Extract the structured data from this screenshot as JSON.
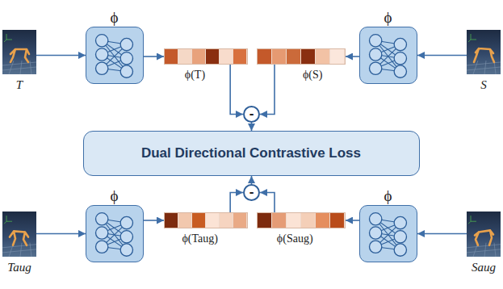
{
  "diagram": {
    "nodes": [
      {
        "text": [
          "T"
        ]
      },
      {
        "text": [
          "ϕ"
        ]
      },
      {
        "text": [
          "ϕ(T)"
        ]
      },
      {
        "text": [
          "ϕ(S)"
        ]
      },
      {
        "text": [
          "ϕ"
        ]
      },
      {
        "text": [
          "S"
        ]
      },
      {
        "text": [
          "-"
        ]
      },
      {
        "text": [
          "Dual Directional Contrastive Loss"
        ]
      },
      {
        "text": [
          "-"
        ]
      },
      {
        "text": [
          "Taug"
        ]
      },
      {
        "text": [
          "ϕ"
        ]
      },
      {
        "text": [
          "ϕ(Taug)"
        ]
      },
      {
        "text": [
          "ϕ(Saug)"
        ]
      },
      {
        "text": [
          "ϕ"
        ]
      },
      {
        "text": [
          "Saug"
        ]
      }
    ],
    "edges": [
      {
        "from": 0,
        "to": 1,
        "arrow": "to"
      },
      {
        "from": 1,
        "to": 2,
        "arrow": "to"
      },
      {
        "from": 5,
        "to": 4,
        "arrow": "to"
      },
      {
        "from": 4,
        "to": 3,
        "arrow": "to"
      },
      {
        "from": 2,
        "to": 6,
        "arrow": "to"
      },
      {
        "from": 3,
        "to": 6,
        "arrow": "to"
      },
      {
        "from": 6,
        "to": 7,
        "arrow": "to"
      },
      {
        "from": 9,
        "to": 10,
        "arrow": "to"
      },
      {
        "from": 10,
        "to": 11,
        "arrow": "to"
      },
      {
        "from": 14,
        "to": 13,
        "arrow": "to"
      },
      {
        "from": 13,
        "to": 12,
        "arrow": "to"
      },
      {
        "from": 11,
        "to": 8,
        "arrow": "to"
      },
      {
        "from": 12,
        "to": 8,
        "arrow": "to"
      },
      {
        "from": 8,
        "to": 7,
        "arrow": "to"
      }
    ]
  }
}
